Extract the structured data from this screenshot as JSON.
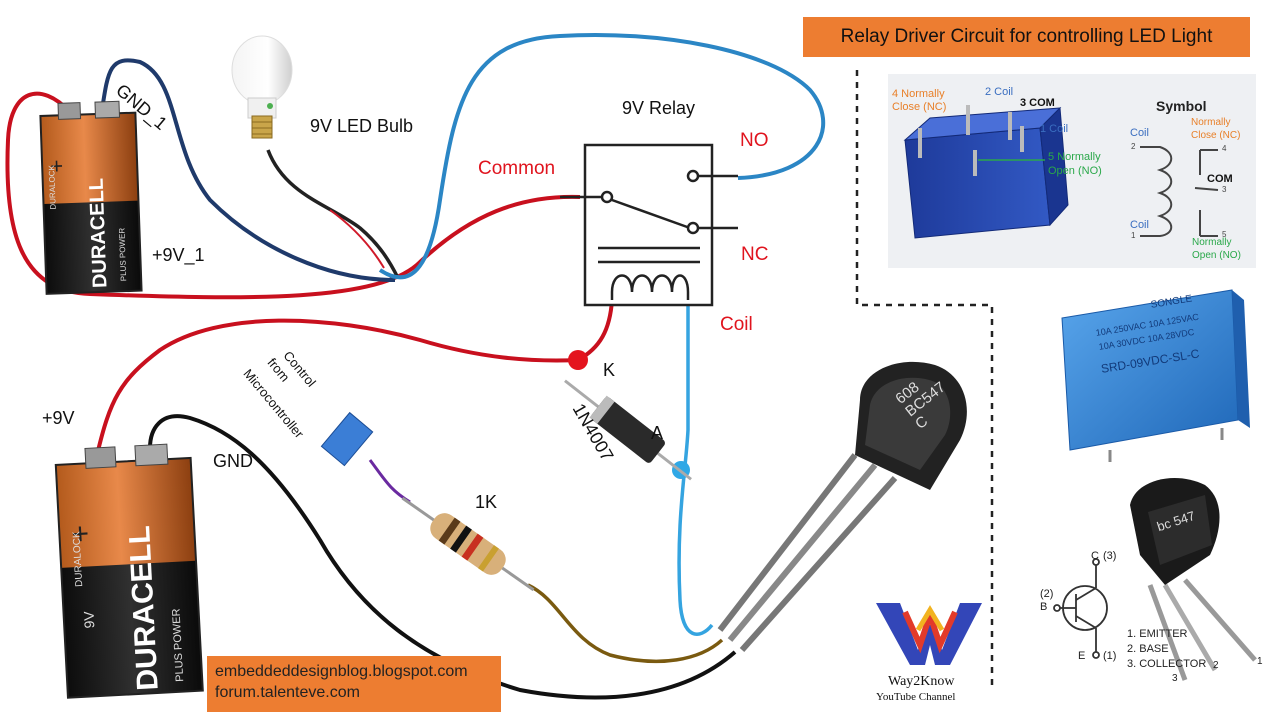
{
  "title": "Relay Driver Circuit for controlling LED Light",
  "labels": {
    "gnd1": "GND_1",
    "bulb": "9V LED Bulb",
    "relay": "9V Relay",
    "no": "NO",
    "nc": "NC",
    "common": "Common",
    "coil": "Coil",
    "plus9v1": "+9V_1",
    "plus9v": "+9V",
    "gnd": "GND",
    "control_line1": "Control",
    "control_line2": "from",
    "control_line3": "Microcontroller",
    "diode_k": "K",
    "diode_a": "A",
    "diode_part": "1N4007",
    "resistor": "1K"
  },
  "battery": {
    "brand": "DURACELL",
    "subtitle": "PLUS POWER",
    "series": "DURALOCK",
    "voltage": "9V"
  },
  "transistor": {
    "code": "608",
    "part": "BC547",
    "suffix": "C",
    "diagram_part": "bc 547"
  },
  "relay_pinout": {
    "pin4": "4 Normally",
    "pin4b": "Close (NC)",
    "pin2": "2 Coil",
    "pin3": "3 COM",
    "pin1": "1 Coil",
    "pin5": "5 Normally",
    "pin5b": "Open (NO)",
    "symbol_title": "Symbol",
    "sym_coil_top": "Coil",
    "sym_coil_bottom": "Coil",
    "sym_nc": "Normally",
    "sym_nc2": "Close (NC)",
    "sym_com": "COM",
    "sym_no": "Normally",
    "sym_no2": "Open (NO)",
    "n2": "2",
    "n1": "1",
    "n4": "4",
    "n3": "3",
    "n5": "5"
  },
  "relay_module": {
    "brand": "SONGLE",
    "line1": "10A 250VAC  10A 125VAC",
    "line2": "10A 30VDC  10A 28VDC",
    "model": "SRD-09VDC-SL-C"
  },
  "transistor_pinout": {
    "c": "C",
    "c_num": "(3)",
    "b": "B",
    "b_num": "(2)",
    "e": "E",
    "e_num": "(1)",
    "leg1": "1.  EMITTER",
    "leg2": "2.  BASE",
    "leg3": "3.  COLLECTOR",
    "p3": "3",
    "p2": "2",
    "p1": "1"
  },
  "footer": {
    "url1": "embeddeddesignblog.blogspot.com",
    "url2": "forum.talenteve.com",
    "channel": "Way2Know",
    "channel_sub": "YouTube Channel"
  },
  "colors": {
    "title_bg": "#ed7d31",
    "wire_red": "#c8101e",
    "wire_blue": "#2b86c5",
    "wire_black": "#111111",
    "wire_navy": "#1f3a6b",
    "wire_brown": "#7a5a10",
    "label_red": "#e0141e",
    "relay_blue": "#2f7fd0"
  }
}
